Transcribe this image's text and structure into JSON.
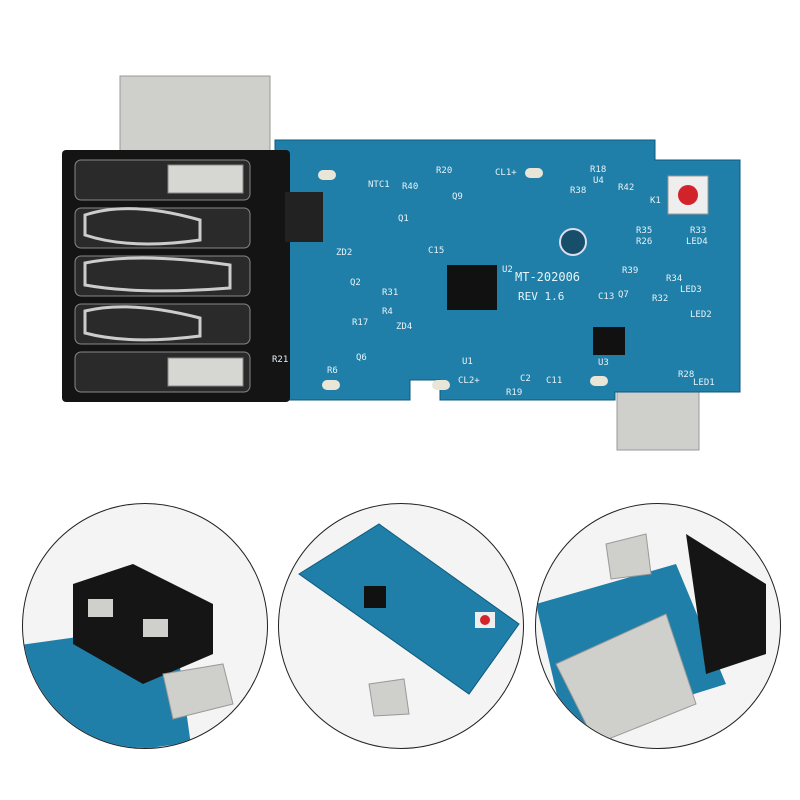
{
  "board": {
    "model": "MT-202006",
    "revision": "REV 1.6",
    "labels": [
      "U1",
      "U2",
      "U3",
      "U4",
      "NTC1",
      "CL1+",
      "CL2+",
      "K1",
      "LED1",
      "LED2",
      "LED3",
      "LED4",
      "Q1",
      "Q2",
      "Q6",
      "Q7",
      "Q9",
      "R20",
      "R40",
      "R18",
      "R38",
      "R42",
      "R35",
      "R26",
      "R33",
      "R39",
      "R34",
      "R32",
      "R28",
      "R19",
      "R21",
      "R6",
      "R17",
      "R31",
      "R4",
      "C2",
      "C11",
      "C13",
      "C15",
      "ZD2",
      "ZD4"
    ]
  },
  "colors": {
    "pcb": "#1f7fa8",
    "housing": "#141414",
    "metal": "#c9c9c6",
    "button": "#d2232a"
  },
  "views": [
    "connector-closeup",
    "board-angle-view",
    "terminal-side-view"
  ]
}
